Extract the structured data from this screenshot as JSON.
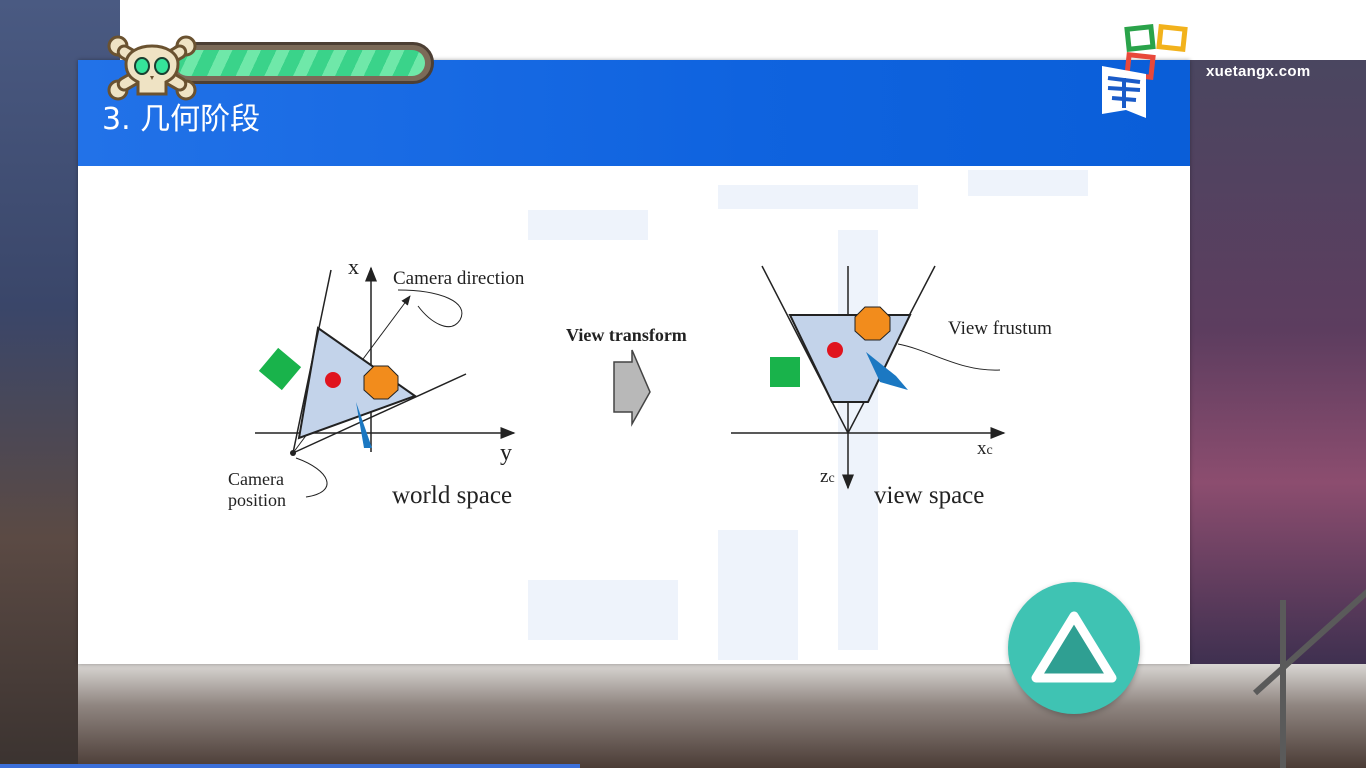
{
  "slide": {
    "title": "3. 几何阶段",
    "figure": {
      "world": {
        "axis_x": "x",
        "axis_y": "y",
        "camera_direction": "Camera direction",
        "camera_position_line1": "Camera",
        "camera_position_line2": "position",
        "caption": "world space"
      },
      "transform_label": "View transform",
      "view": {
        "axis_xc": "x",
        "axis_xc_sub": "c",
        "axis_zc": "z",
        "axis_zc_sub": "c",
        "frustum_label": "View frustum",
        "caption": "view space"
      }
    }
  },
  "branding": {
    "site": "xuetangx.com",
    "logo_icon": "xuetangx-logo-icon"
  },
  "overlay": {
    "health_icon": "skull-crossbones-icon",
    "health_level": 1.0,
    "play_icon": "triangle-play-icon"
  },
  "colors": {
    "header_blue": "#1467e3",
    "frustum_fill": "#c3d3ea",
    "red_circle": "#e0141e",
    "orange_octagon": "#f28c1c",
    "green_square": "#19b34b",
    "blue_wedge": "#1b78c2",
    "play_button": "#3fc3b3"
  }
}
